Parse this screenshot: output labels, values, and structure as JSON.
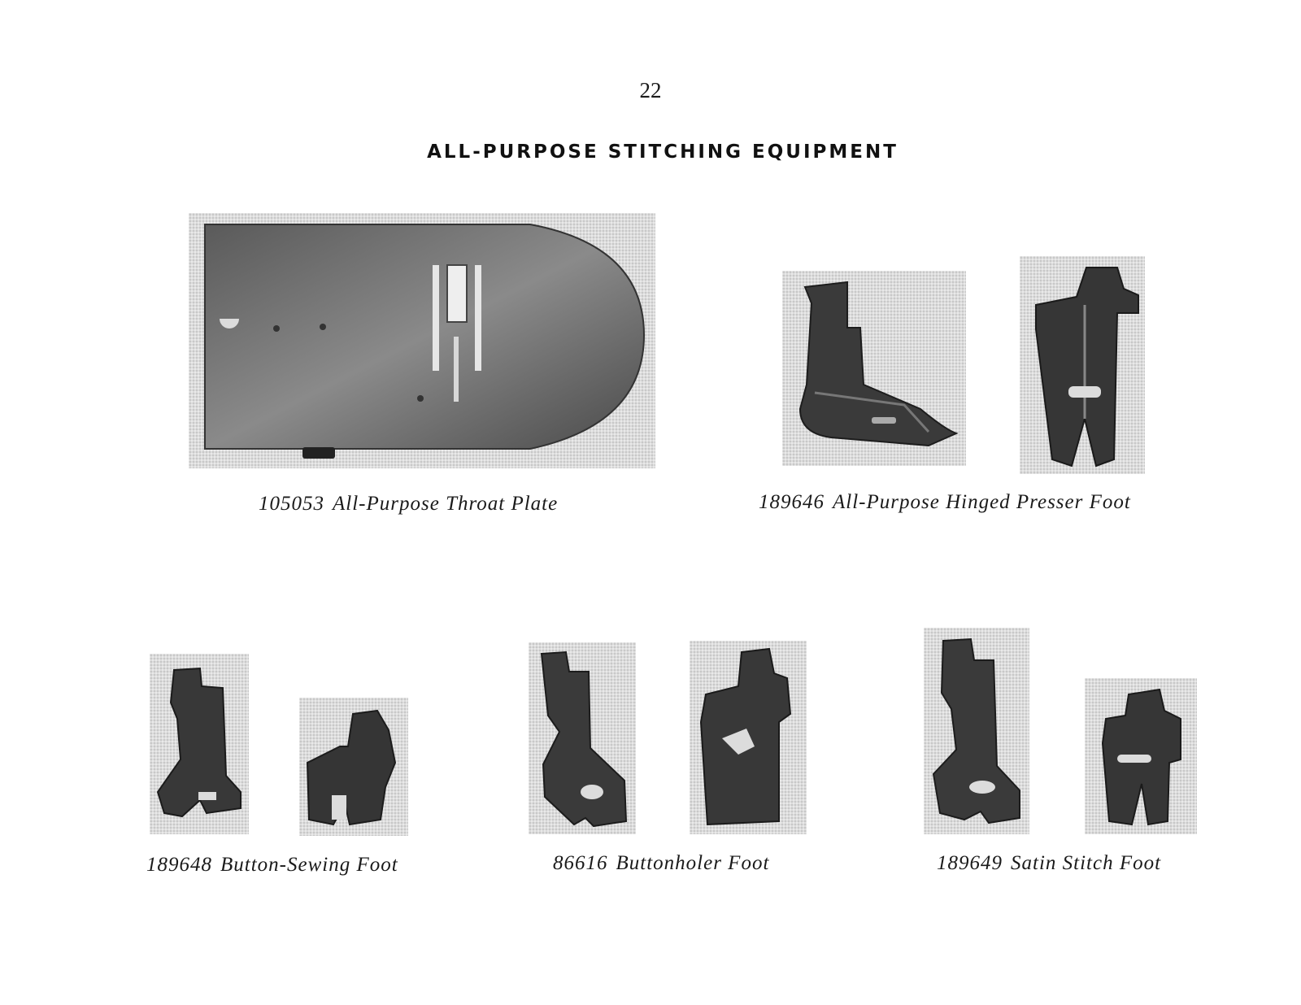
{
  "page": {
    "number": "22",
    "title": "ALL-PURPOSE STITCHING EQUIPMENT"
  },
  "items": [
    {
      "part_number": "105053",
      "name": "All-Purpose Throat Plate",
      "image": "throat-plate-photo"
    },
    {
      "part_number": "189646",
      "name": "All-Purpose Hinged Presser Foot",
      "image": "hinged-presser-foot-photos"
    },
    {
      "part_number": "189648",
      "name": "Button-Sewing Foot",
      "image": "button-sewing-foot-photos"
    },
    {
      "part_number": "86616",
      "name": "Buttonholer Foot",
      "image": "buttonholer-foot-photos"
    },
    {
      "part_number": "189649",
      "name": "Satin Stitch Foot",
      "image": "satin-stitch-foot-photos"
    }
  ]
}
